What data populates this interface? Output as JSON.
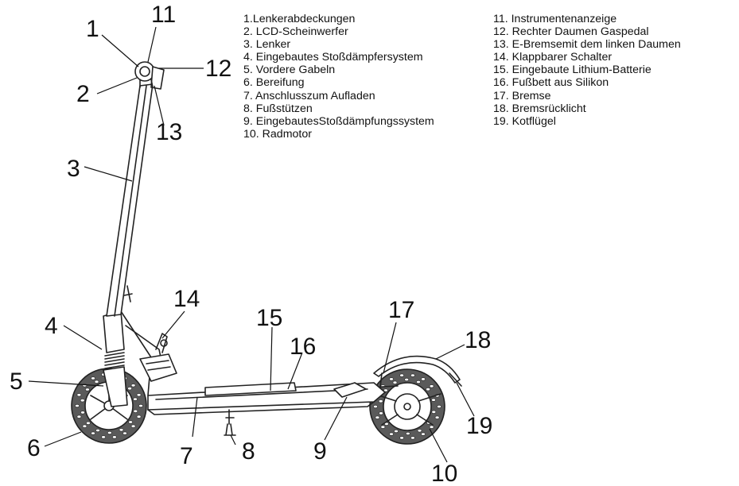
{
  "legend": {
    "left": [
      "1.Lenkerabdeckungen",
      "2. LCD-Scheinwerfer",
      "3. Lenker",
      "4. Eingebautes Stoßdämpfersystem",
      "5. Vordere Gabeln",
      "6. Bereifung",
      "7. Anschlusszum Aufladen",
      "8. Fußstützen",
      "9. EingebautesStoßdämpfungssystem",
      "10. Radmotor"
    ],
    "right": [
      "11. Instrumentenanzeige",
      "12. Rechter Daumen Gaspedal",
      "13. E-Bremsemit dem linken Daumen",
      "14. Klappbarer Schalter",
      "15. Eingebaute Lithium-Batterie",
      "16. Fußbett aus Silikon",
      "17. Bremse",
      "18. Bremsrücklicht",
      "19. Kotflügel"
    ]
  },
  "callouts": {
    "n1": "1",
    "n2": "2",
    "n3": "3",
    "n4": "4",
    "n5": "5",
    "n6": "6",
    "n7": "7",
    "n8": "8",
    "n9": "9",
    "n10": "10",
    "n11": "11",
    "n12": "12",
    "n13": "13",
    "n14": "14",
    "n15": "15",
    "n16": "16",
    "n17": "17",
    "n18": "18",
    "n19": "19"
  }
}
